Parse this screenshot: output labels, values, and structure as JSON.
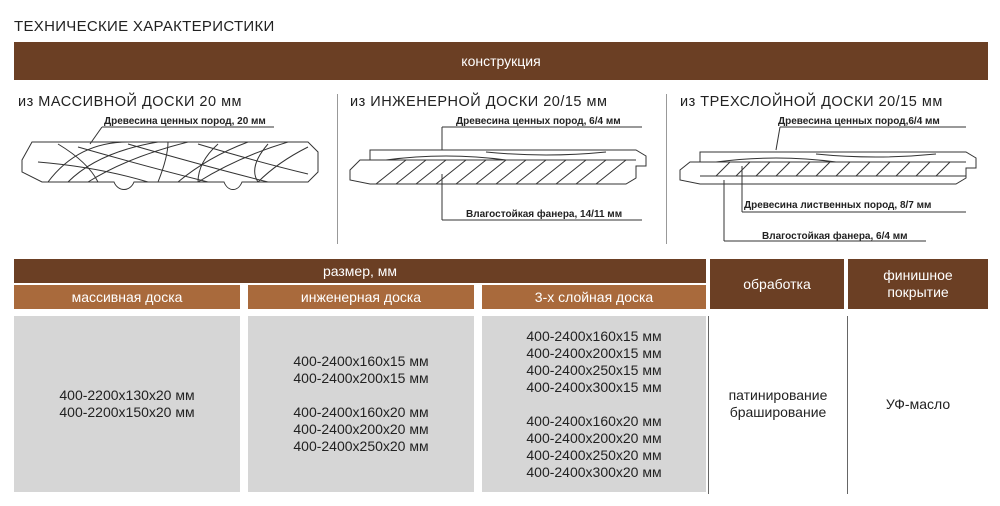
{
  "title": "ТЕХНИЧЕСКИЕ ХАРАКТЕРИСТИКИ",
  "construction_label": "конструкция",
  "sections": [
    {
      "title": "из МАССИВНОЙ ДОСКИ 20 мм",
      "labels": [
        "Древесина ценных пород, 20 мм"
      ]
    },
    {
      "title": "из ИНЖЕНЕРНОЙ ДОСКИ 20/15 мм",
      "labels": [
        "Древесина ценных пород, 6/4 мм",
        "Влагостойкая фанера, 14/11 мм"
      ]
    },
    {
      "title": "из ТРЕХСЛОЙНОЙ ДОСКИ 20/15 мм",
      "labels": [
        "Древесина ценных пород,6/4 мм",
        "Древесина лиственных пород, 8/7 мм",
        "Влагостойкая фанера, 6/4 мм"
      ]
    }
  ],
  "size_header": "размер, мм",
  "columns": [
    {
      "header": "массивная доска",
      "lines": [
        "400-2200х130х20 мм",
        "400-2200х150х20 мм"
      ]
    },
    {
      "header": "инженерная доска",
      "lines": [
        "400-2400х160х15 мм",
        "400-2400х200х15 мм",
        "",
        "400-2400х160х20 мм",
        "400-2400х200х20 мм",
        "400-2400х250х20 мм"
      ]
    },
    {
      "header": "3-х слойная доска",
      "lines": [
        "400-2400х160х15 мм",
        "400-2400х200х15 мм",
        "400-2400х250х15 мм",
        "400-2400х300х15 мм",
        "",
        "400-2400х160х20 мм",
        "400-2400х200х20 мм",
        "400-2400х250х20 мм",
        "400-2400х300х20 мм"
      ]
    }
  ],
  "processing": {
    "header": "обработка",
    "lines": [
      "патинирование",
      "браширование"
    ]
  },
  "finish": {
    "header_1": "финишное",
    "header_2": "покрытие",
    "value": "УФ-масло"
  },
  "colors": {
    "dark_brown": "#6b3f24",
    "light_brown": "#a96a3c",
    "cell_gray": "#d6d6d6"
  }
}
